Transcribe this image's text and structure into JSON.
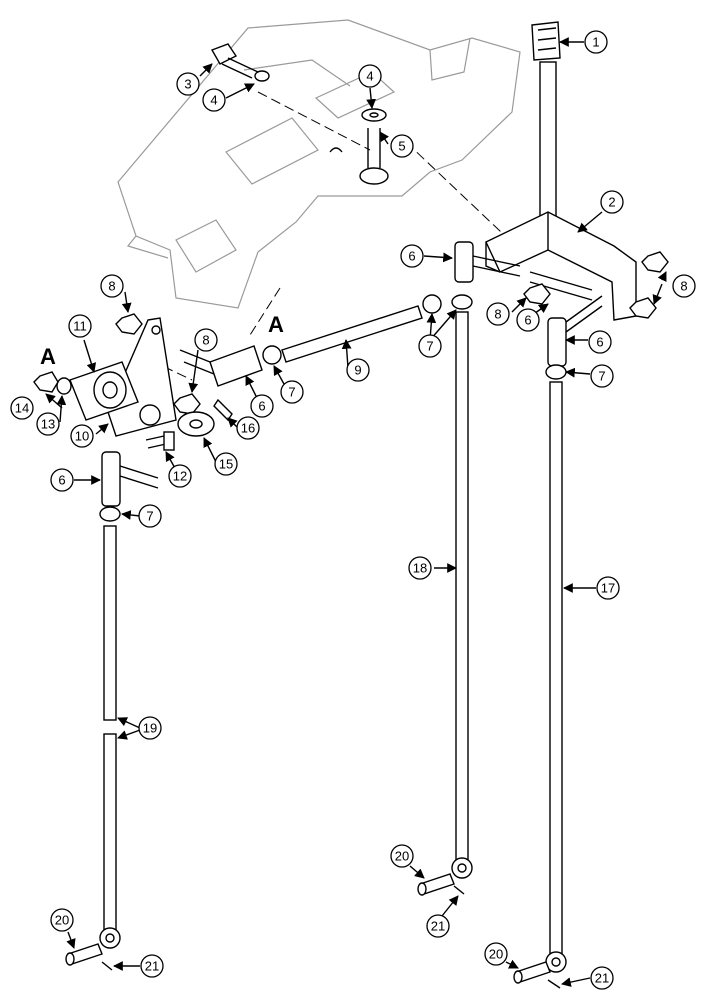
{
  "view_label": "A",
  "callouts": {
    "c1": "1",
    "c2": "2",
    "c3": "3",
    "c4": "4",
    "c5": "5",
    "c6": "6",
    "c7": "7",
    "c8": "8",
    "c9": "9",
    "c10": "10",
    "c11": "11",
    "c12": "12",
    "c13": "13",
    "c14": "14",
    "c15": "15",
    "c16": "16",
    "c17": "17",
    "c18": "18",
    "c19": "19",
    "c20": "20",
    "c21": "21"
  }
}
